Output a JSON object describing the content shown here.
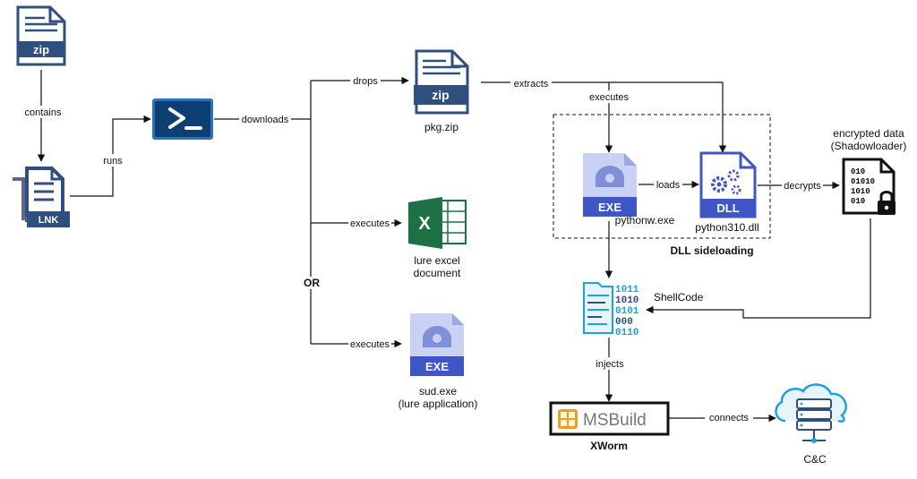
{
  "nodes": {
    "zip_file": {
      "icon": "zip-file-icon",
      "label": "zip"
    },
    "lnk_file": {
      "icon": "lnk-shortcut-icon",
      "label": "LNK"
    },
    "powershell": {
      "icon": "powershell-icon"
    },
    "pkg_zip": {
      "icon": "zip-file-icon",
      "badge": "zip",
      "label": "pkg.zip"
    },
    "excel": {
      "icon": "excel-icon",
      "label_line1": "lure excel",
      "label_line2": "document"
    },
    "sud_exe": {
      "icon": "exe-file-icon",
      "badge": "EXE",
      "label_line1": "sud.exe",
      "label_line2": "(lure application)"
    },
    "pythonw": {
      "icon": "exe-file-icon",
      "badge": "EXE",
      "label": "pythonw.exe"
    },
    "python_dll": {
      "icon": "dll-file-icon",
      "badge": "DLL",
      "label": "python310.dll"
    },
    "encrypted": {
      "icon": "encrypted-file-icon",
      "label_line1": "encrypted data",
      "label_line2": "(Shadowloader)",
      "glyph_lines": [
        "010",
        "01010",
        "1010",
        "010"
      ]
    },
    "shellcode": {
      "icon": "shellcode-binary-icon",
      "label": "ShellCode",
      "glyph_lines": [
        "1011",
        "1010",
        "0101",
        "000",
        "0110"
      ]
    },
    "msbuild": {
      "icon": "msbuild-icon",
      "name": "MSBuild",
      "caption": "XWorm"
    },
    "cnc": {
      "icon": "cloud-server-icon",
      "label": "C&C"
    }
  },
  "group": {
    "label": "DLL sideloading"
  },
  "branch_label": "OR",
  "edges": {
    "contains": "contains",
    "runs": "runs",
    "downloads": "downloads",
    "drops": "drops",
    "extracts": "extracts",
    "executes_excel": "executes",
    "executes_sud": "executes",
    "executes_pythonw": "executes",
    "loads": "loads",
    "decrypts": "decrypts",
    "injects": "injects",
    "connects": "connects"
  },
  "colors": {
    "navy": "#2f4f7f",
    "powershell_blue": "#0d3f73",
    "exe_blue": "#3f57c4",
    "exe_light": "#c9d2f5",
    "excel_green": "#1e7145",
    "cyan": "#1aa3dc",
    "line": "#111111"
  }
}
